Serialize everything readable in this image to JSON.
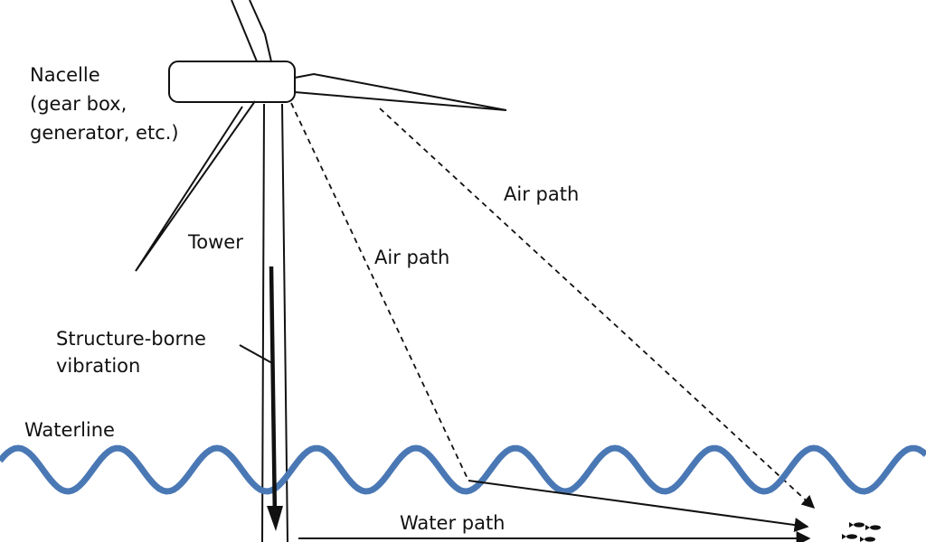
{
  "labels": {
    "nacelle_line1": "Nacelle",
    "nacelle_line2": "(gear box,",
    "nacelle_line3": "generator, etc.)",
    "tower": "Tower",
    "structure_line1": "Structure-borne",
    "structure_line2": "vibration",
    "waterline": "Waterline",
    "air_path_1": "Air path",
    "air_path_2": "Air path",
    "water_path": "Water path"
  },
  "colors": {
    "water": "#4a78b5",
    "ink": "#111111"
  },
  "icons": {
    "receiver": "fish-school-icon"
  }
}
